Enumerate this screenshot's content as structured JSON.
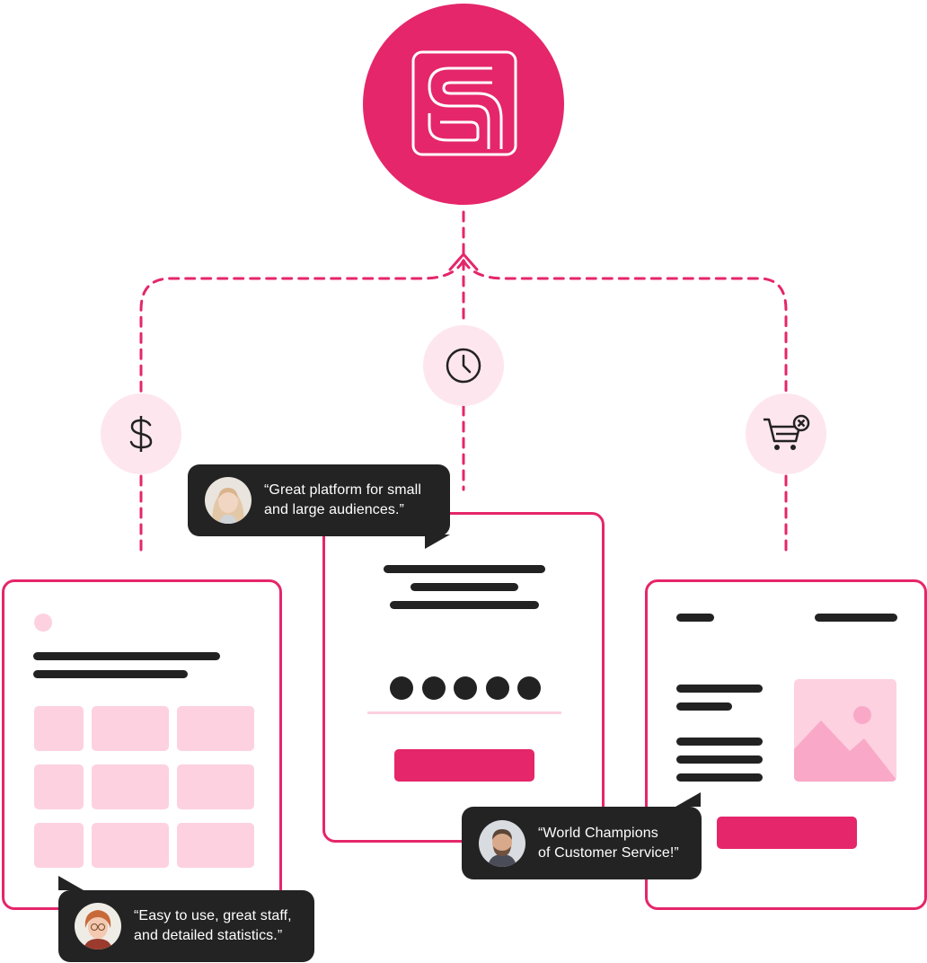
{
  "colors": {
    "accent": "#e5266a",
    "accent_soft": "#fde6ee",
    "pink_cell": "#fdd1e0",
    "dark": "#232323"
  },
  "icons": {
    "logo": "s-logo-icon",
    "left": "dollar-icon",
    "center": "clock-icon",
    "right": "cart-remove-icon"
  },
  "testimonials": [
    {
      "quote": "“Great platform for small\nand large audiences.”"
    },
    {
      "quote": "“World Champions\nof Customer Service!”"
    },
    {
      "quote": "“Easy to use, great staff,\nand detailed statistics.”"
    }
  ],
  "password_dots": 5
}
